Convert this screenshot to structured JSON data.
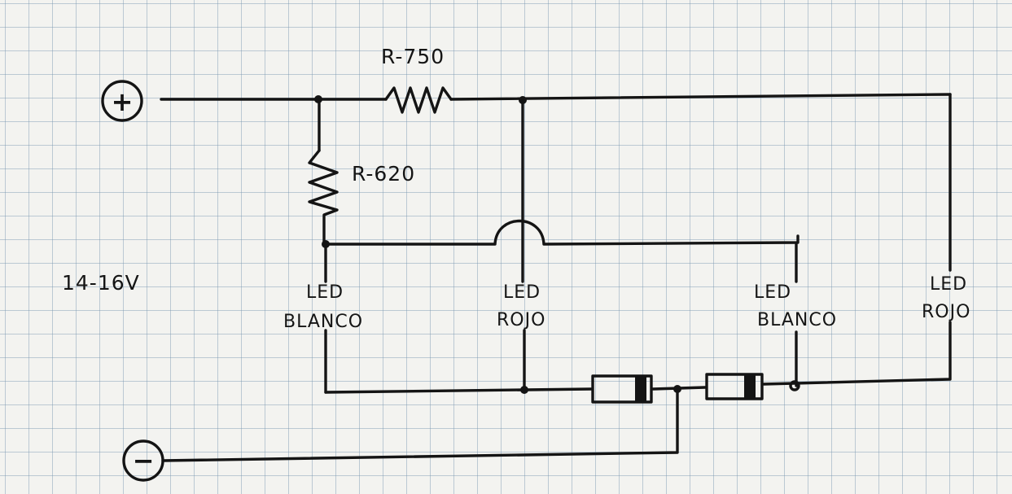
{
  "resistors": {
    "r750": "R-750",
    "r620": "R-620"
  },
  "voltage_label": "14-16V",
  "terminals": {
    "positive": "+",
    "negative": "−"
  },
  "leds": {
    "led1": {
      "line1": "LED",
      "line2": "BLANCO"
    },
    "led2": {
      "line1": "LED",
      "line2": "ROJO"
    },
    "led3": {
      "line1": "LED",
      "line2": "BLANCO"
    },
    "led4": {
      "line1": "LED",
      "line2": "ROJO"
    }
  }
}
